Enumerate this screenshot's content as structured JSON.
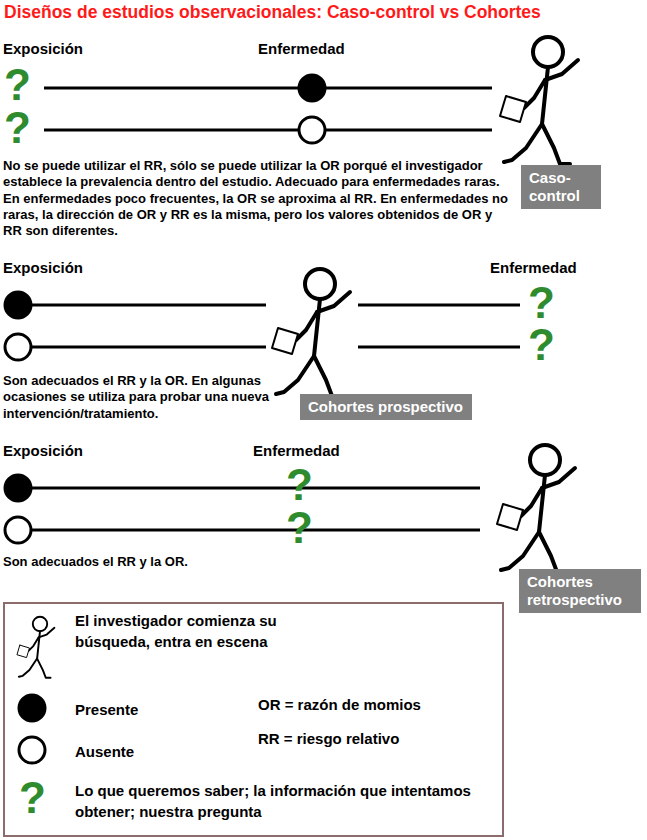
{
  "diagram": {
    "title": "Diseños de estudios observacionales: Caso-control vs Cohortes",
    "nodes": [
      {
        "text": [
          "Caso-control"
        ]
      },
      {
        "text": [
          "Cohortes prospectivo"
        ]
      },
      {
        "text": [
          "Cohortes retrospectivo"
        ]
      }
    ],
    "labels": [
      "Exposición",
      "Enfermedad",
      "?",
      "?",
      "No se puede utilizar el RR, sólo se puede utilizar la OR porqué el investigador establece la prevalencia dentro del estudio. Adecuado para enfermedades raras.  En enfermedades poco frecuentes, la OR se aproxima al RR. En enfermedades no raras, la dirección de OR y RR es la misma, pero los valores obtenidos de OR y RR son diferentes.",
      "Exposición",
      "Enfermedad",
      "?",
      "?",
      "Son adecuados el RR y la OR. En algunas ocasiones se utiliza para probar una nueva intervención/tratamiento.",
      "Exposición",
      "Enfermedad",
      "?",
      "?",
      "Son adecuados el RR y la OR.",
      "OR = razón de momios",
      "RR = riesgo relativo",
      "?"
    ],
    "legend": [
      {
        "text": "El investigador comienza su búsqueda, entra en escena"
      },
      {
        "text": "Presente"
      },
      {
        "text": "Ausente"
      },
      {
        "text": "Lo que queremos saber; la información que intentamos obtener; nuestra pregunta"
      }
    ]
  }
}
